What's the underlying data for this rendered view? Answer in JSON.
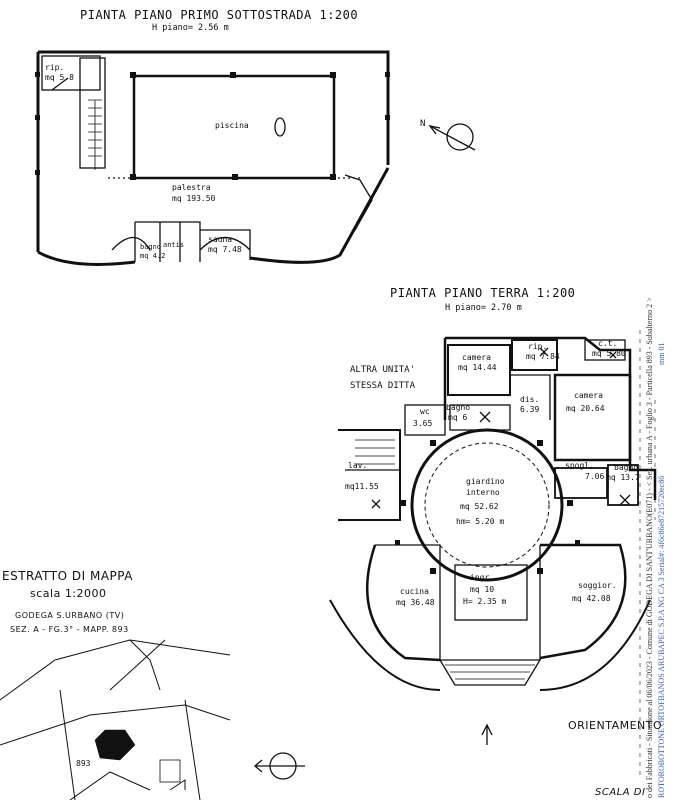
{
  "basement": {
    "title": "PIANTA PIANO PRIMO SOTTOSTRADA 1:200",
    "height": "H piano= 2.56 m",
    "rooms": {
      "rip_name": "rip.",
      "rip_area": "mq 5.8",
      "piscina": "piscina",
      "palestra_name": "palestra",
      "palestra_area": "mq 193.50",
      "bagno_name": "bagno",
      "bagno_area": "mq 4.2",
      "antis": "antis",
      "sauna_name": "sauna",
      "sauna_area": "mq 7.48"
    }
  },
  "ground": {
    "title": "PIANTA PIANO TERRA 1:200",
    "height": "H piano= 2.70 m",
    "other_unit_1": "ALTRA UNITA'",
    "other_unit_2": "STESSA DITTA",
    "rooms": {
      "camera1_name": "camera",
      "camera1_area": "mq 14.44",
      "rip_name": "rip.",
      "rip_area": "mq 7.84",
      "ct_name": "c.t.",
      "ct_area": "mq 5.80",
      "dis_name": "dis.",
      "dis_area": "6.39",
      "camera2_name": "camera",
      "camera2_area": "mq 20.64",
      "wc_name": "wc",
      "wc_area": "3.65",
      "bagno1_name": "bagno",
      "bagno1_area": "mq 6",
      "lav_name": "lav.",
      "mq1155": "mq11.55",
      "giardino1": "giardino",
      "giardino2": "interno",
      "giardino_area": "mq 52.62",
      "giardino_h": "hm= 5.20 m",
      "spogl_name": "spogl.",
      "spogl_area": "7.06",
      "bagno2_name": "bagno",
      "bagno2_area": "mq 13.7",
      "cucina_name": "cucina",
      "cucina_area": "mq 36.48",
      "ingr_name": "ingr.",
      "ingr_area": "mq 10",
      "ingr_h": "H= 2.35 m",
      "soggior_name": "soggior.",
      "soggior_area": "mq 42.08"
    }
  },
  "extract": {
    "title": "ESTRATTO DI MAPPA",
    "scale": "scala 1:2000",
    "line1": "GODEGA S.URBANO (TV)",
    "line2": "SEZ. A - FG.3° - MAPP. 893",
    "parcel": "893"
  },
  "orientation_label": "ORIENTAMENTO",
  "scale_label": "SCALA DI",
  "north_label": "N",
  "side_stamp_1": "o dei Fabbricati - Situazione al 06/06/2023 - Comune di GODEGA DI SANT'URBANO(E071) - < Sez. urbana A - Foglio 3 - Particella 893 - Subalterno 2 >",
  "side_stamp_2": "ROTOROBOTTONE ORTOFBANOS ARUBAPEC S.P.A NG CA 3 Serial#: 4f6c86e87215720ec86",
  "side_stamp_3": "mm 01",
  "colors": {
    "ink": "#111111",
    "stamp_blue": "#3b5fa8"
  }
}
